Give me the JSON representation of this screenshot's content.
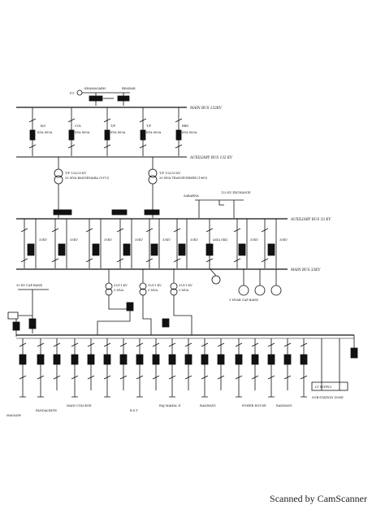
{
  "diagram": {
    "buses": {
      "main_132": "MAIN BUS 132KV",
      "aux_132": "AUXILIARY BUS 132 KV",
      "aux_33": "AUXILIARY BUS 33 KV",
      "main_33": "MAIN BUS 33KV"
    },
    "top_sources": {
      "left": "KHAMAGARH",
      "right": "BEAWAR",
      "transformer_label": "P.T."
    },
    "top_feeders": [
      {
        "title": "B/C",
        "detail": "KVA 800A"
      },
      {
        "title": "COL",
        "detail": "KVA 800A"
      },
      {
        "title": "T/F",
        "detail": "KVA 800A"
      },
      {
        "title": "T/F",
        "detail": "KVA 800A"
      },
      {
        "title": "BBD",
        "detail": "KVA 800A"
      }
    ],
    "transformers_132": [
      {
        "rating": "T/F 132/33 KV",
        "detail": "20 MVA BANGEMARA (1973)"
      },
      {
        "rating": "T/F 132/33 KV",
        "detail": "20 MVA TRANSFORMER (1969)"
      }
    ],
    "sabarna": {
      "left": "SABARNA",
      "right": "132 KV EXCHANGE"
    },
    "feeders_33": [
      {
        "label": "33KV"
      },
      {
        "label": "33KV"
      },
      {
        "label": "33KV"
      },
      {
        "label": "33KV"
      },
      {
        "label": "33KV"
      },
      {
        "label": "33KV"
      },
      {
        "label": "ASIA (XK)"
      },
      {
        "label": "33KV"
      },
      {
        "label": "33KV"
      }
    ],
    "transformers_33": [
      {
        "rating": "33/11 KV",
        "detail": "5 MVA"
      },
      {
        "rating": "33/11 KV",
        "detail": "5 MVA"
      },
      {
        "rating": "33/11 KV",
        "detail": "5 MVA"
      }
    ],
    "side_labels": {
      "left_box": "33 KV CAP BANK",
      "capacitor_right": "5 MVAR CAP BANK"
    },
    "bottom_right_box": "LT SUPPLY",
    "bottom_feeders": [
      "MAGADH",
      "PANDALPATH",
      "MAIN COLLEGE",
      "B.S.T",
      "RAJ MAHAL II",
      "RAILWAYS",
      "POWER HOUSE",
      "RAILWAYS",
      "SUB-STATION ZONE"
    ],
    "bottom_left_label": "MAGADH"
  },
  "footer": {
    "scanned_by": "Scanned by CamScanner"
  }
}
